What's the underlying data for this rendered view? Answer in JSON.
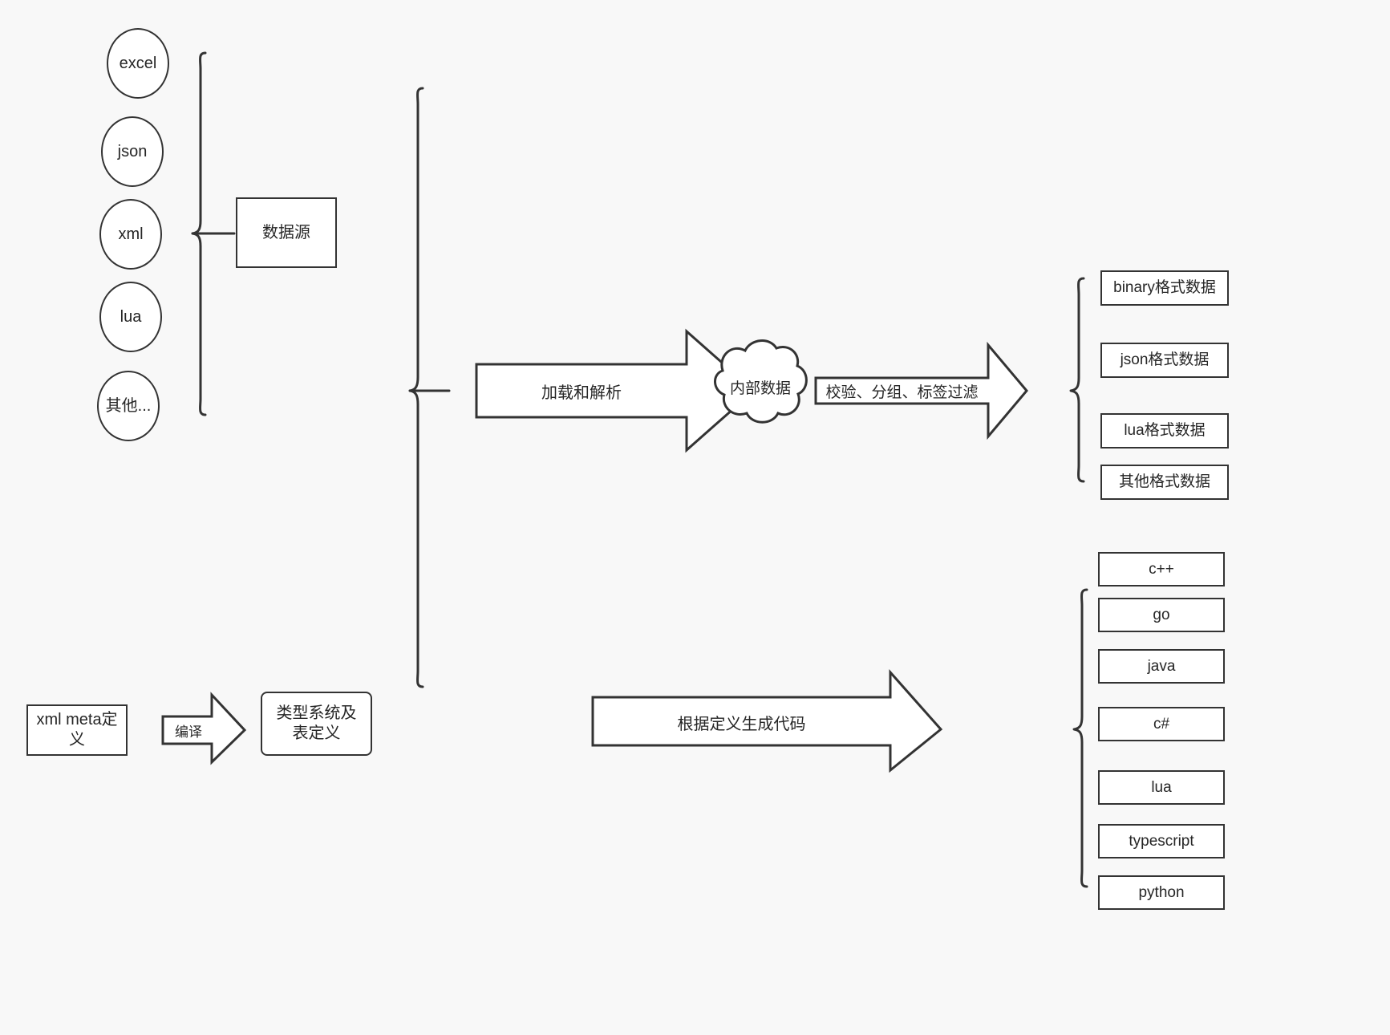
{
  "diagram": {
    "title": "data pipeline and codegen overview",
    "background_color": "#f8f8f8",
    "stroke_color": "#333333",
    "fill_color": "#ffffff",
    "text_color": "#262626"
  },
  "sources": {
    "group_label": "数据源",
    "items": [
      {
        "label": "excel"
      },
      {
        "label": "json"
      },
      {
        "label": "xml"
      },
      {
        "label": "lua"
      },
      {
        "label": "其他..."
      }
    ]
  },
  "meta": {
    "definition_label": "xml meta定义",
    "compile_arrow_label": "编译",
    "type_system_label": "类型系统及表定义"
  },
  "pipeline": {
    "load_arrow_label": "加载和解析",
    "internal_data_label": "内部数据",
    "filter_arrow_label": "校验、分组、标签过滤",
    "codegen_arrow_label": "根据定义生成代码"
  },
  "outputs": {
    "data_formats": [
      {
        "label": "binary格式数据"
      },
      {
        "label": "json格式数据"
      },
      {
        "label": "lua格式数据"
      },
      {
        "label": "其他格式数据"
      }
    ],
    "code_languages": [
      {
        "label": "c++"
      },
      {
        "label": "go"
      },
      {
        "label": "java"
      },
      {
        "label": "c#"
      },
      {
        "label": "lua"
      },
      {
        "label": "typescript"
      },
      {
        "label": "python"
      }
    ]
  }
}
